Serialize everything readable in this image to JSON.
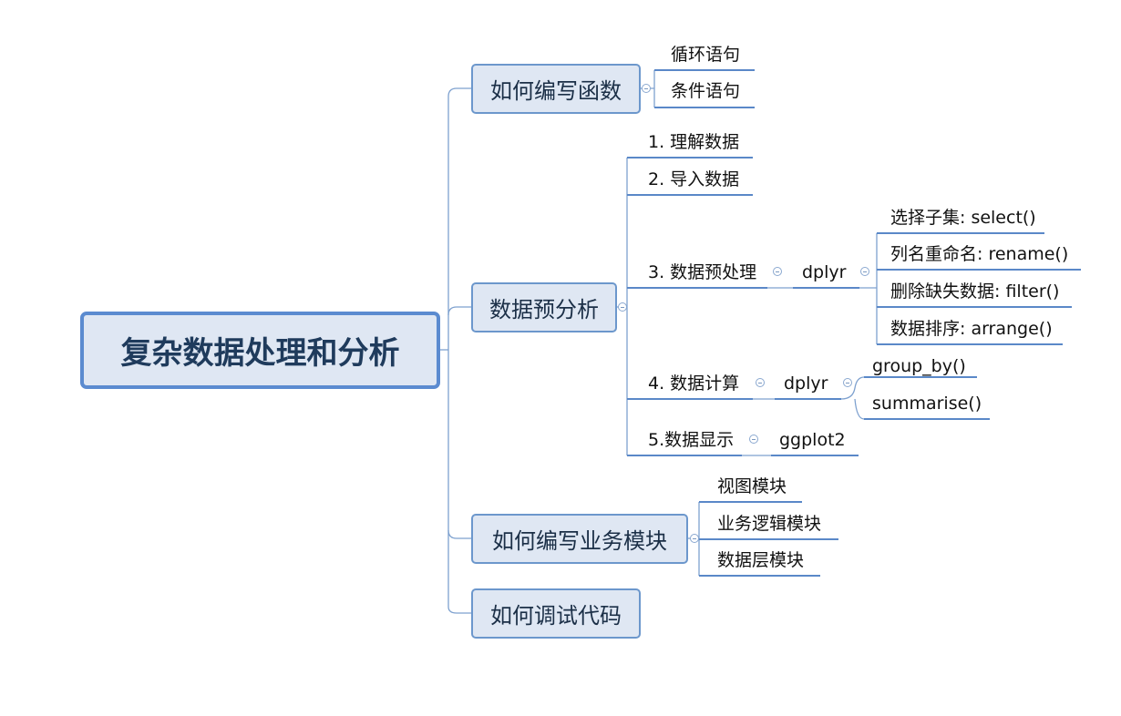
{
  "root": {
    "label": "复杂数据处理和分析"
  },
  "branches": {
    "write_function": {
      "label": "如何编写函数",
      "children": [
        "循环语句",
        "条件语句"
      ]
    },
    "pre_analysis": {
      "label": "数据预分析",
      "steps": {
        "understand": "1. 理解数据",
        "import": "2. 导入数据",
        "preprocess": {
          "label": "3. 数据预处理",
          "tool": "dplyr",
          "children": [
            "选择子集: select()",
            "列名重命名: rename()",
            "删除缺失数据: filter()",
            "数据排序: arrange()"
          ]
        },
        "compute": {
          "label": "4. 数据计算",
          "tool": "dplyr",
          "children": [
            "group_by()",
            "summarise()"
          ]
        },
        "display": {
          "label": "5.数据显示",
          "tool": "ggplot2"
        }
      }
    },
    "business_module": {
      "label": "如何编写业务模块",
      "children": [
        "视图模块",
        "业务逻辑模块",
        "数据层模块"
      ]
    },
    "debug": {
      "label": "如何调试代码"
    }
  },
  "colors": {
    "box_fill": "#dfe7f3",
    "box_border": "#6c97cc",
    "root_border": "#5b8bd0",
    "line": "#7ea1cf",
    "underline": "#5a88c8"
  }
}
